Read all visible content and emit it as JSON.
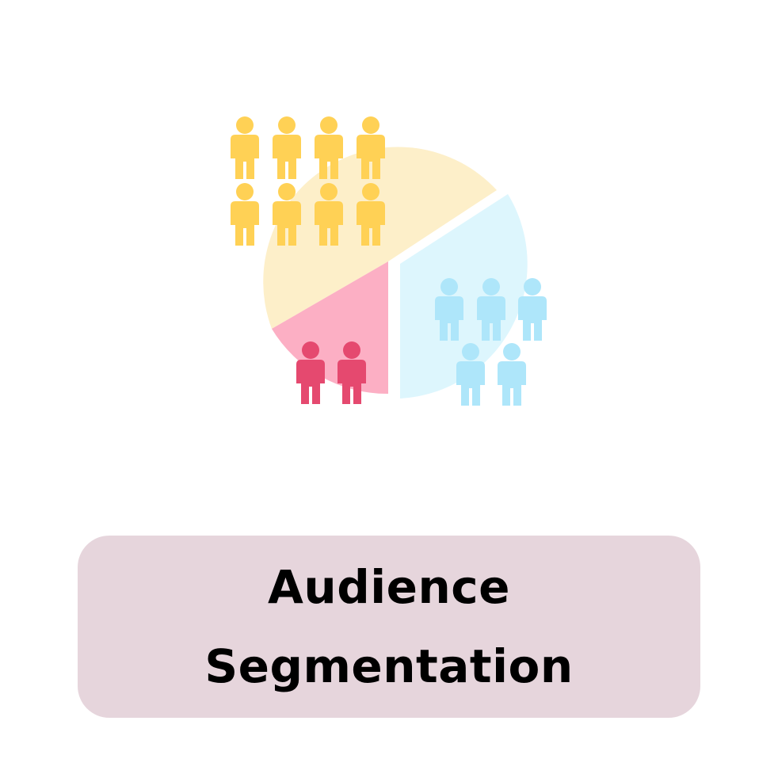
{
  "illustration": {
    "icon": "audience-segmentation-pie-icon",
    "colors": {
      "large_segment": "#FDEFC9",
      "medium_segment": "#DDF6FD",
      "small_segment": "#FCAFC4",
      "yellow_people": "#FFD155",
      "blue_people": "#AEE6FA",
      "pink_people": "#E5496F"
    },
    "groups": [
      {
        "name": "yellow-group",
        "count": 8
      },
      {
        "name": "blue-group",
        "count": 5
      },
      {
        "name": "pink-group",
        "count": 2
      }
    ]
  },
  "label": {
    "line1": "Audience",
    "line2": "Segmentation",
    "background": "#E6D5DC"
  }
}
